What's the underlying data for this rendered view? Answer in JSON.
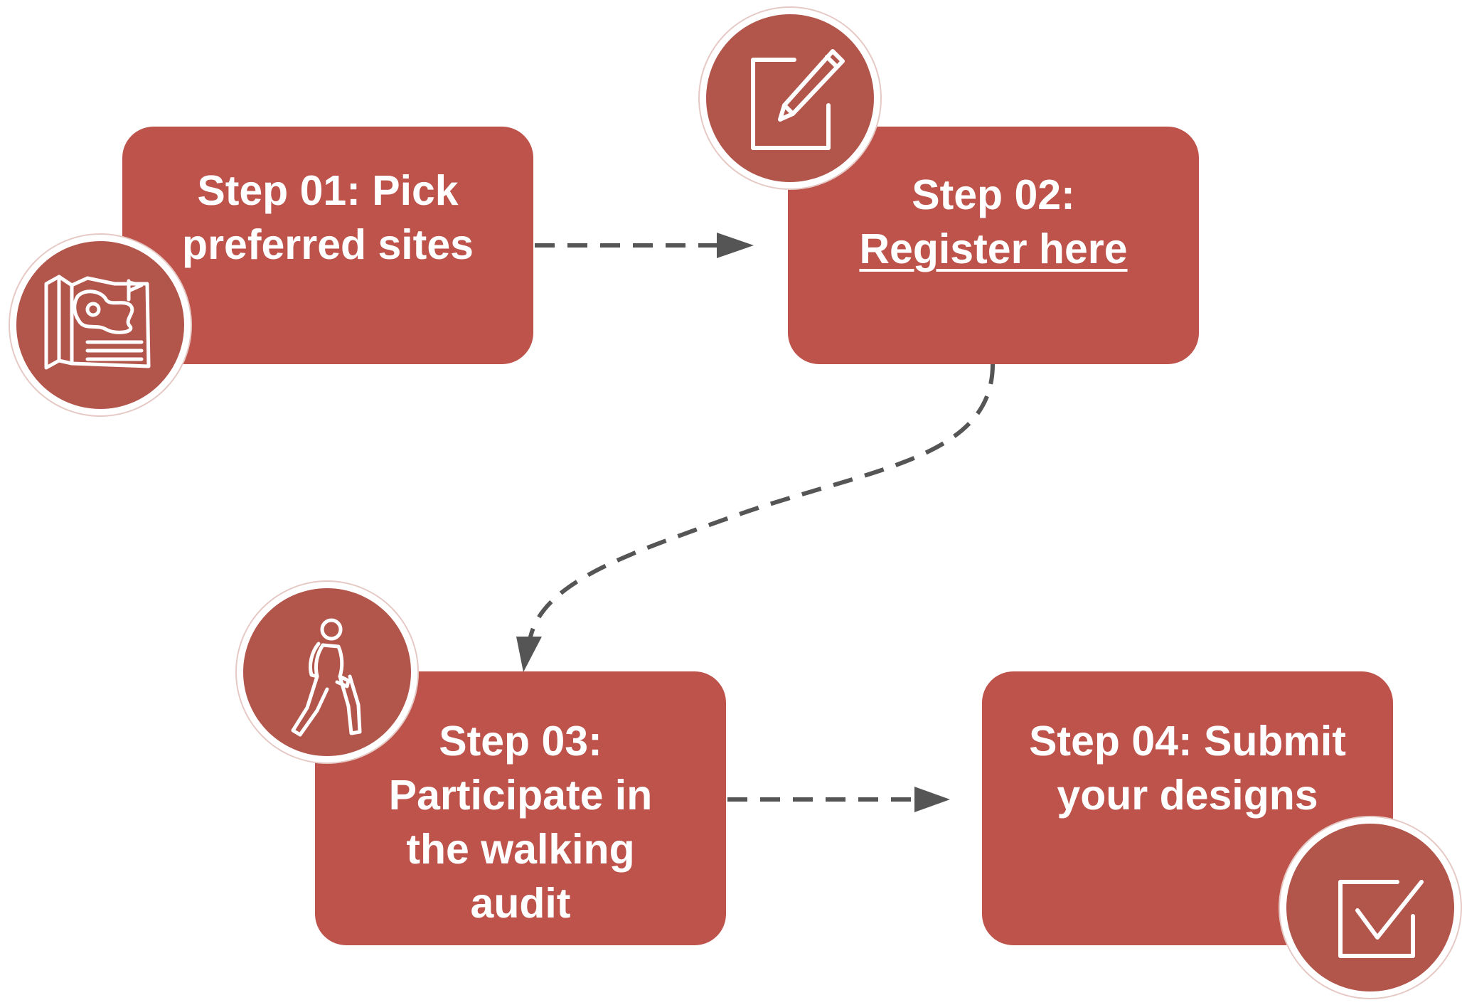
{
  "steps": [
    {
      "id": "step-01",
      "lines": [
        "Step 01: Pick",
        "preferred sites"
      ],
      "icon": "map-icon"
    },
    {
      "id": "step-02",
      "lines": [
        "Step 02:"
      ],
      "link_text": "Register here",
      "icon": "edit-icon"
    },
    {
      "id": "step-03",
      "lines": [
        "Step 03:",
        "Participate in",
        "the walking",
        "audit"
      ],
      "icon": "walking-person-icon"
    },
    {
      "id": "step-04",
      "lines": [
        "Step 04: Submit",
        "your designs"
      ],
      "icon": "checkbox-icon"
    }
  ],
  "colors": {
    "box": "#bd534a",
    "badge": "#b2564c",
    "text": "#ffffff",
    "connector": "#555555"
  }
}
